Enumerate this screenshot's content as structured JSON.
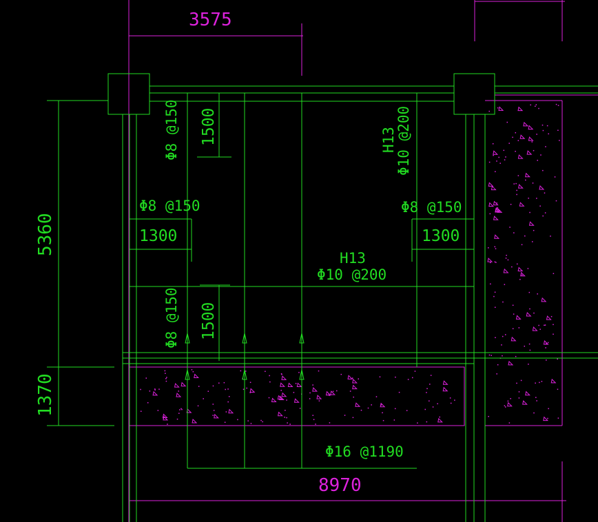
{
  "colors": {
    "background": "#000000",
    "line": "#22dd22",
    "dimension": "#dd22dd"
  },
  "dimensions": {
    "top_span": "3575",
    "bottom_span": "8970",
    "left_height": "5360",
    "left_strip": "1370"
  },
  "annotations": {
    "tl_vertical": "Φ8 @150",
    "tl_length": "1500",
    "tr_tag": "H13",
    "tr_rebar": "Φ10 @200",
    "left_rebar": "Φ8 @150",
    "left_length": "1300",
    "right_rebar": "Φ8 @150",
    "right_length": "1300",
    "center_tag": "H13",
    "center_rebar": "Φ10 @200",
    "bl_vertical": "Φ8 @150",
    "bl_length": "1500",
    "bottom_rebar": "Φ16 @1190"
  }
}
